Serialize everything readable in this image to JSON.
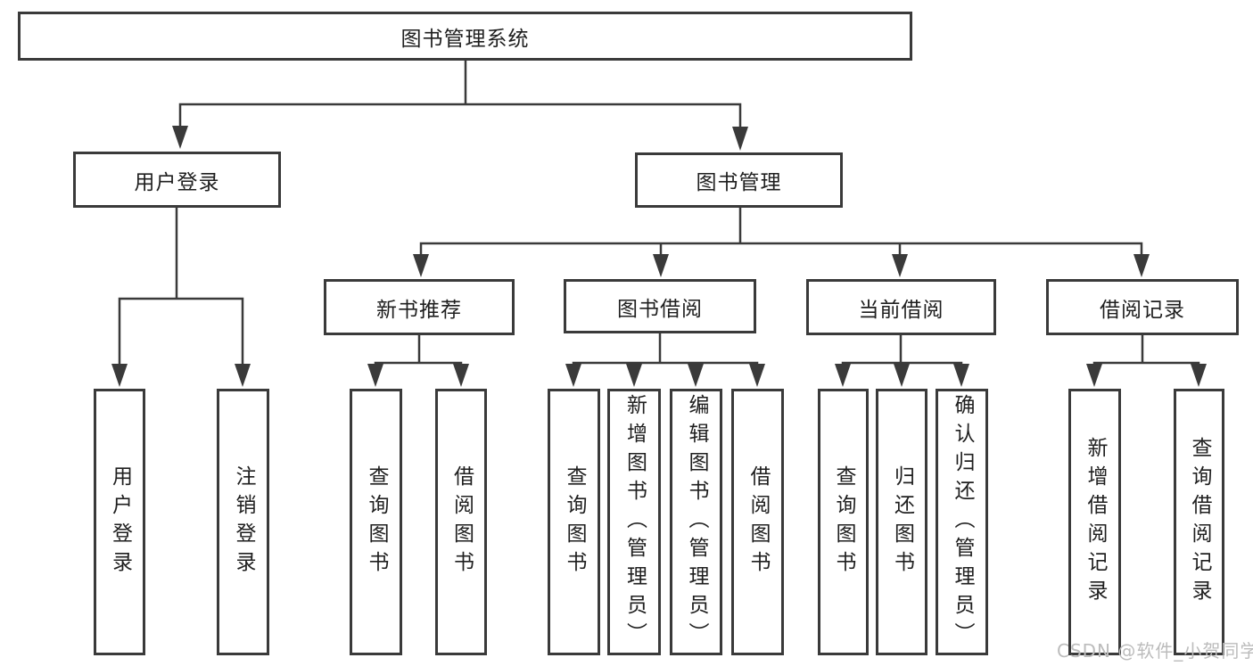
{
  "tree": {
    "root": {
      "label": "图书管理系统"
    },
    "branches": [
      {
        "label": "用户登录",
        "children": [
          {
            "label": "用户登录"
          },
          {
            "label": "注销登录"
          }
        ]
      },
      {
        "label": "图书管理",
        "groups": [
          {
            "label": "新书推荐",
            "children": [
              {
                "label": "查询图书"
              },
              {
                "label": "借阅图书"
              }
            ]
          },
          {
            "label": "图书借阅",
            "children": [
              {
                "label": "查询图书"
              },
              {
                "label": "新增图书（管理员）"
              },
              {
                "label": "编辑图书（管理员）"
              },
              {
                "label": "借阅图书"
              }
            ]
          },
          {
            "label": "当前借阅",
            "children": [
              {
                "label": "查询图书"
              },
              {
                "label": "归还图书"
              },
              {
                "label": "确认归还（管理员）"
              }
            ]
          },
          {
            "label": "借阅记录",
            "children": [
              {
                "label": "新增借阅记录"
              },
              {
                "label": "查询借阅记录"
              }
            ]
          }
        ]
      }
    ]
  },
  "watermark": "CSDN @软件_小贺同学",
  "colors": {
    "line": "#3a3a3a",
    "text": "#1f1f1f",
    "background": "#ffffff",
    "watermark": "#bcbcbc"
  }
}
